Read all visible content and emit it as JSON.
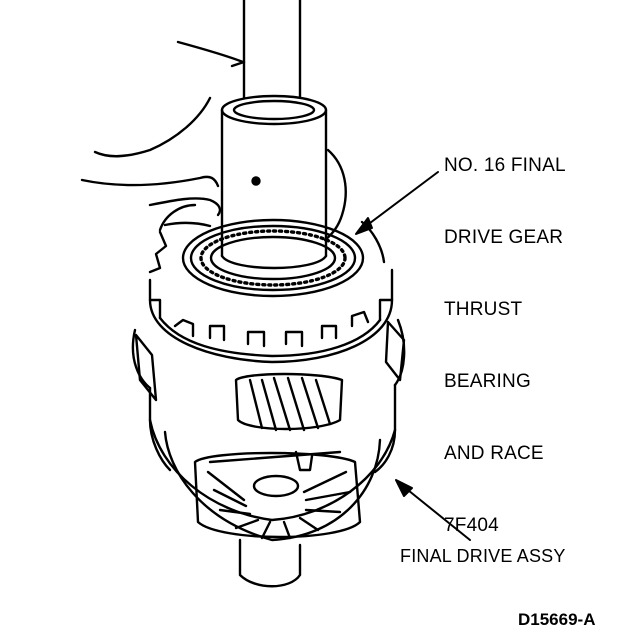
{
  "callouts": {
    "bearing": {
      "line1": "NO. 16 FINAL",
      "line2": "DRIVE GEAR",
      "line3": "THRUST",
      "line4": "BEARING",
      "line5": "AND RACE",
      "line6": "7F404"
    },
    "assembly": "FINAL DRIVE ASSY"
  },
  "figure_id": "D15669-A",
  "colors": {
    "ink": "#000000",
    "paper": "#ffffff"
  }
}
